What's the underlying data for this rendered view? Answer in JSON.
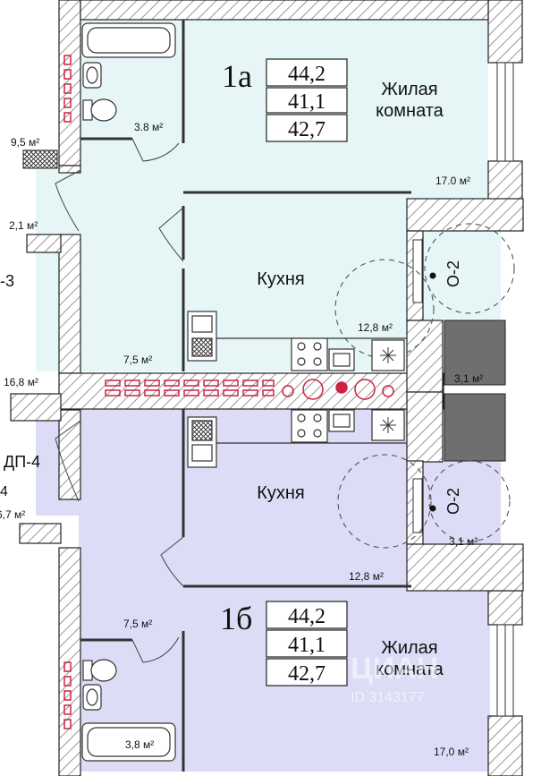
{
  "colors": {
    "apartment_a_fill": "#e6f6f7",
    "apartment_b_fill": "#dcdcf6",
    "wall_hatch": "#8a8a8a",
    "dark_block": "#6f6f6f",
    "heater_red": "#cc2244"
  },
  "apartment_a": {
    "number": "1а",
    "areas": [
      "44,2",
      "41,1",
      "42,7"
    ],
    "living_room_label": [
      "Жилая",
      "комната"
    ],
    "living_room_area": "17.0 м²",
    "kitchen_label": "Кухня",
    "kitchen_area": "12,8 м²",
    "bathroom_area": "3.8 м²",
    "hall_area": "7,5 м²",
    "loggia_area": "3,1 м²",
    "shaft_label": "О-2"
  },
  "apartment_b": {
    "number": "1б",
    "areas": [
      "44,2",
      "41,1",
      "42,7"
    ],
    "living_room_label": [
      "Жилая",
      "комната"
    ],
    "living_room_area": "17,0 м²",
    "kitchen_label": "Кухня",
    "kitchen_area": "12,8 м²",
    "bathroom_area": "3,8 м²",
    "hall_area": "7,5 м²",
    "loggia_area": "3,1 м²",
    "shaft_label": "О-2"
  },
  "neighbors": {
    "area_1": "9,5 м²",
    "area_2": "2,1 м²",
    "area_3": "16,8 м²",
    "area_4": "6,7 м²",
    "label_3": "-3",
    "label_dp4": "ДП-4",
    "label_4": "4"
  },
  "watermark": {
    "brand": "ЦИАН",
    "id_text": "ID 3143177"
  }
}
